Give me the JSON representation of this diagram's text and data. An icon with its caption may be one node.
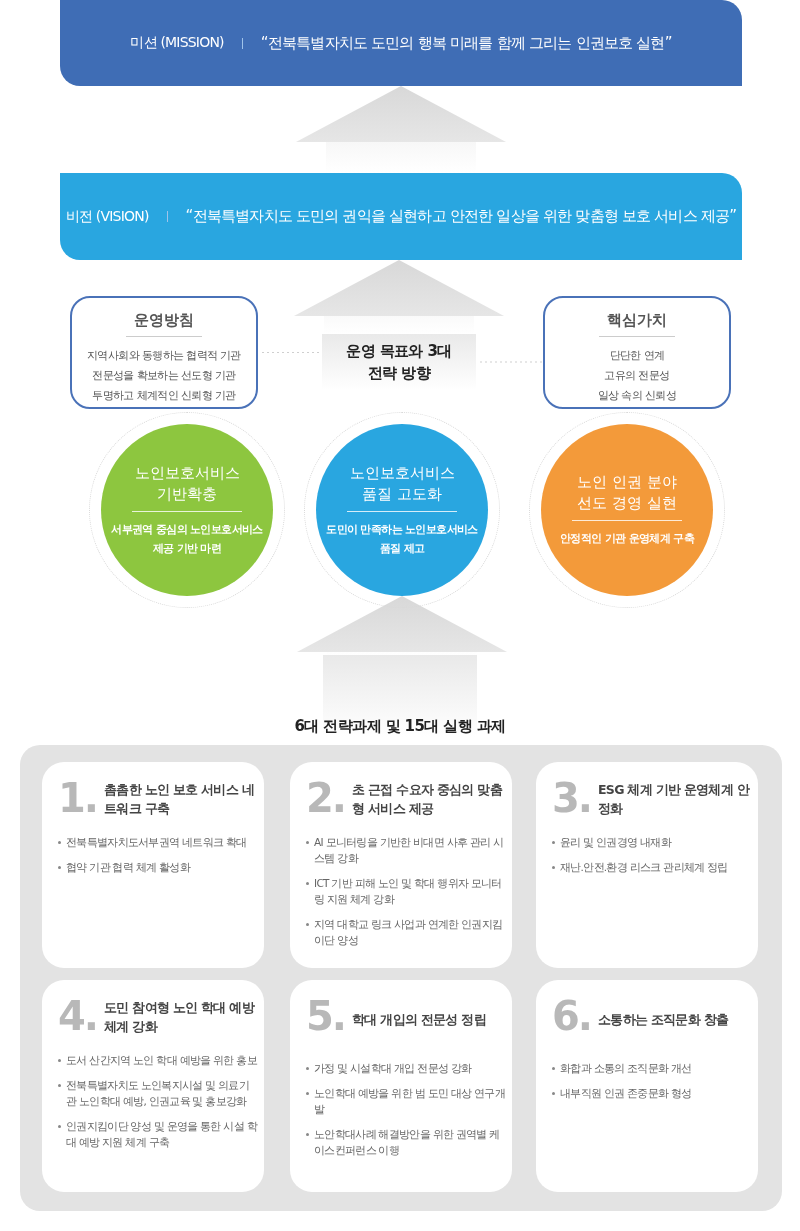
{
  "diagram": {
    "nodes": [
      {
        "text": [
          "미션 (MISSION)",
          "“전북특별자치도 도민의 행복 미래를 함께 그리는 인권보호 실현”"
        ]
      },
      {
        "text": [
          "비전 (VISION)",
          "“전북특별자치도 도민의 권익을 실현하고 안전한 일상을 위한 맞춤형 보호 서비스 제공”"
        ]
      },
      {
        "text": [
          "운영방침",
          "지역사회와 동행하는 협력적 기관",
          "전문성을 확보하는 선도형 기관",
          "투명하고 체계적인 신뢰형 기관"
        ]
      },
      {
        "text": [
          "운영 목표와 3대 전략 방향"
        ]
      },
      {
        "text": [
          "핵심가치",
          "단단한 연계",
          "고유의 전문성",
          "일상 속의 신뢰성"
        ]
      },
      {
        "text": [
          "노인보호서비스 기반확충",
          "서부권역 중심의 노인보호서비스 제공 기반 마련"
        ]
      },
      {
        "text": [
          "노인보호서비스 품질 고도화",
          "도민이 만족하는 노인보호서비스 품질 제고"
        ]
      },
      {
        "text": [
          "노인 인권 분야 선도 경영 실현",
          "안정적인 기관 운영체계 구축"
        ]
      },
      {
        "text": [
          "6대 전략과제 및 15대 실행 과제"
        ]
      },
      {
        "text": [],
        "shape": "box"
      },
      {
        "text": [
          "1.",
          "촘촘한 노인 보호 서비스 네트워크 구축",
          "전북특별자치도서부권역 네트워크 확대",
          "협약 기관 협력 체계 활성화"
        ],
        "in": 9
      },
      {
        "text": [
          "2.",
          "초 근접 수요자 중심의 맞춤형 서비스 제공",
          "AI 모니터링을 기반한 비대면 사후 관리 시스템 강화",
          "ICT 기반 피해 노인 및 학대 행위자 모니터링 지원 체계 강화",
          "지역 대학교 링크 사업과 연계한 인권지킴이단 양성"
        ],
        "in": 9
      },
      {
        "text": [
          "3.",
          "ESG 체계 기반 운영체계 안정화",
          "윤리 및 인권경영 내재화",
          "재난.안전.환경 리스크 관리체계 정립"
        ],
        "in": 9
      },
      {
        "text": [
          "4.",
          "도민 참여형 노인 학대 예방 체계 강화",
          "도서 산간지역 노인 학대 예방을 위한 홍보",
          "전북특별자치도 노인복지시설 및 의료기관 노인학대 예방, 인권교육 및 홍보강화",
          "인권지킴이단 양성 및 운영을 통한 시설 학대 예방 지원 체계 구축"
        ],
        "in": 9
      },
      {
        "text": [
          "5.",
          "학대 개입의 전문성 정립",
          "가정 및 시설학대 개입 전문성 강화",
          "노인학대 예방을 위한 범 도민 대상 연구개발",
          "노안학대사례 해결방안을 위한 권역별 케이스컨퍼런스 이행"
        ],
        "in": 9
      },
      {
        "text": [
          "6.",
          "소통하는 조직문화 창출",
          "화합과 소통의 조직문화 개선",
          "내부직원 인권 존중문화 형성"
        ],
        "in": 9
      }
    ],
    "edges": [
      {
        "from": 1,
        "to": 0,
        "arrow": "to"
      },
      {
        "from": 3,
        "to": 1,
        "arrow": "to"
      },
      {
        "from": 2,
        "to": 3,
        "arrow": "none",
        "style": "dashed"
      },
      {
        "from": 3,
        "to": 4,
        "arrow": "none",
        "style": "dashed"
      },
      {
        "from": 8,
        "to": 6,
        "arrow": "to"
      }
    ]
  }
}
